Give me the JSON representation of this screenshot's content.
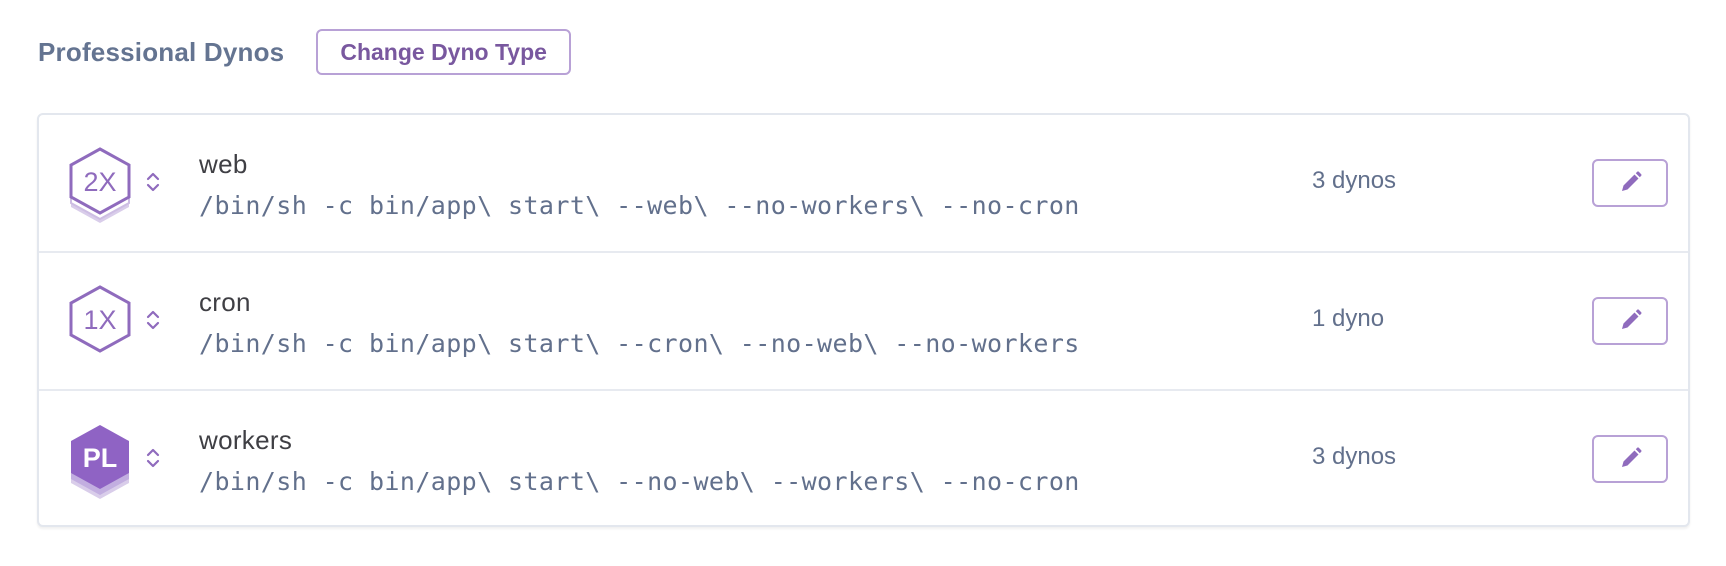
{
  "header": {
    "title": "Professional Dynos",
    "change_button_label": "Change Dyno Type"
  },
  "colors": {
    "accent": "#79589f",
    "accent_border": "#b8a1d6",
    "title_text": "#647491",
    "muted_text": "#62708c",
    "name_text": "#3f3f44",
    "divider": "#e3e7ee"
  },
  "processes": [
    {
      "badge_label": "2X",
      "badge_style": "outline",
      "badge_icon": "dyno-2x-icon",
      "name": "web",
      "command": "/bin/sh -c bin/app\\ start\\ --web\\ --no-workers\\ --no-cron",
      "dyno_count": "3 dynos",
      "edit_icon": "pencil-icon"
    },
    {
      "badge_label": "1X",
      "badge_style": "outline",
      "badge_icon": "dyno-1x-icon",
      "name": "cron",
      "command": "/bin/sh -c bin/app\\ start\\ --cron\\ --no-web\\ --no-workers",
      "dyno_count": "1 dyno",
      "edit_icon": "pencil-icon"
    },
    {
      "badge_label": "PL",
      "badge_style": "filled",
      "badge_icon": "dyno-performance-l-icon",
      "name": "workers",
      "command": "/bin/sh -c bin/app\\ start\\ --no-web\\ --workers\\ --no-cron",
      "dyno_count": "3 dynos",
      "edit_icon": "pencil-icon"
    }
  ]
}
